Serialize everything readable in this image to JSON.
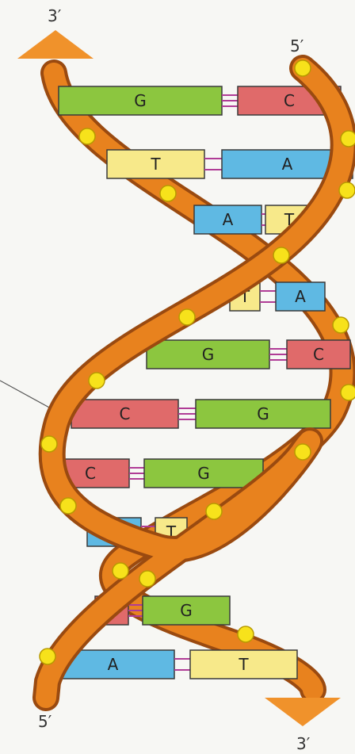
{
  "ends": {
    "top_left": "3′",
    "top_right": "5′",
    "bottom_left": "5′",
    "bottom_right": "3′"
  },
  "pairs": [
    {
      "left": "G",
      "right": "C"
    },
    {
      "left": "T",
      "right": "A"
    },
    {
      "left": "A",
      "right": "T"
    },
    {
      "left": "T",
      "right": "A"
    },
    {
      "left": "G",
      "right": "C"
    },
    {
      "left": "C",
      "right": "G"
    },
    {
      "left": "C",
      "right": "G"
    },
    {
      "left": "A",
      "right": "T"
    },
    {
      "left": "C",
      "right": "G"
    },
    {
      "left": "A",
      "right": "T"
    }
  ],
  "colors": {
    "G": "#8cc63f",
    "C": "#e06a6a",
    "T": "#f7e98a",
    "A": "#5fb9e3",
    "backbone": "#e8821e",
    "backbone_edge": "#9a4a10",
    "phosphate": "#f7e21b",
    "hbond": "#b03c96",
    "arrow": "#f0922b"
  }
}
